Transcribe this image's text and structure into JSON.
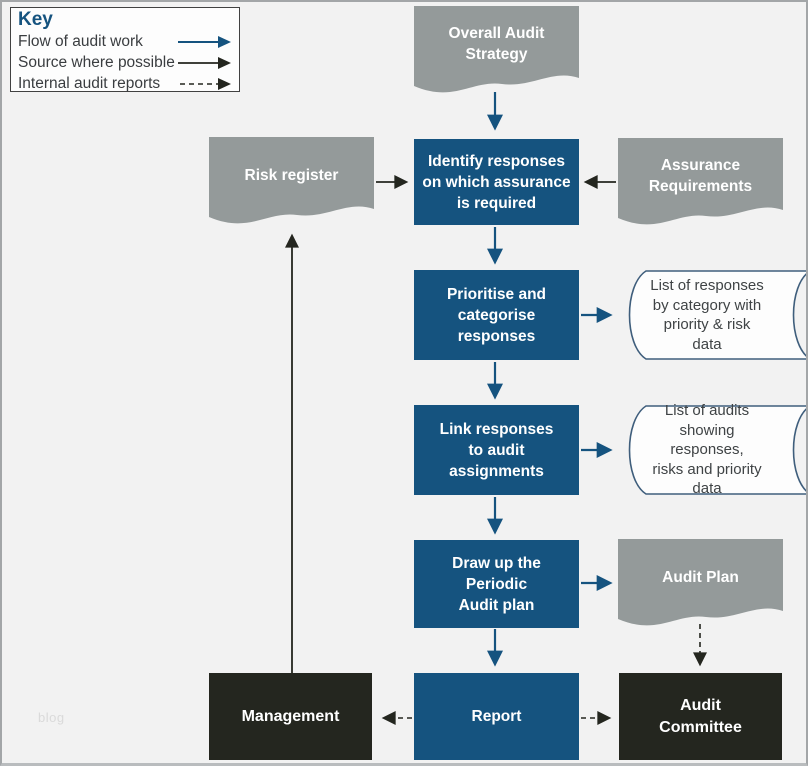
{
  "key": {
    "title": "Key",
    "items": [
      {
        "label": "Flow of audit work",
        "style": "solid-blue-arrow"
      },
      {
        "label": "Source where possible",
        "style": "solid-black-arrow"
      },
      {
        "label": "Internal audit reports",
        "style": "dashed-black-arrow"
      }
    ]
  },
  "nodes": {
    "overall_audit_strategy": "Overall Audit\nStrategy",
    "risk_register": "Risk register",
    "identify_responses": "Identify responses\non which assurance\nis required",
    "assurance_requirements": "Assurance\nRequirements",
    "prioritise": "Prioritise and\ncategorise\nresponses",
    "list_responses": "List of responses\nby category with\npriority & risk data",
    "link_responses": "Link responses\nto audit\nassignments",
    "list_audits": "List of audits\nshowing responses,\nrisks and priority data",
    "draw_up": "Draw up the\nPeriodic\nAudit plan",
    "audit_plan": "Audit Plan",
    "report": "Report",
    "management": "Management",
    "audit_committee": "Audit\nCommittee"
  },
  "watermark": "blog",
  "colors": {
    "background": "#f2f2f2",
    "process_blue": "#15537f",
    "shape_gray": "#949a9a",
    "terminal_black": "#24261f",
    "stored_fill": "#fdfdfd",
    "stored_outline": "#3f5e7c",
    "text_white": "#ffffff",
    "text_dark": "#3a3d40",
    "arrow_blue": "#15537f",
    "arrow_black": "#24261f"
  }
}
